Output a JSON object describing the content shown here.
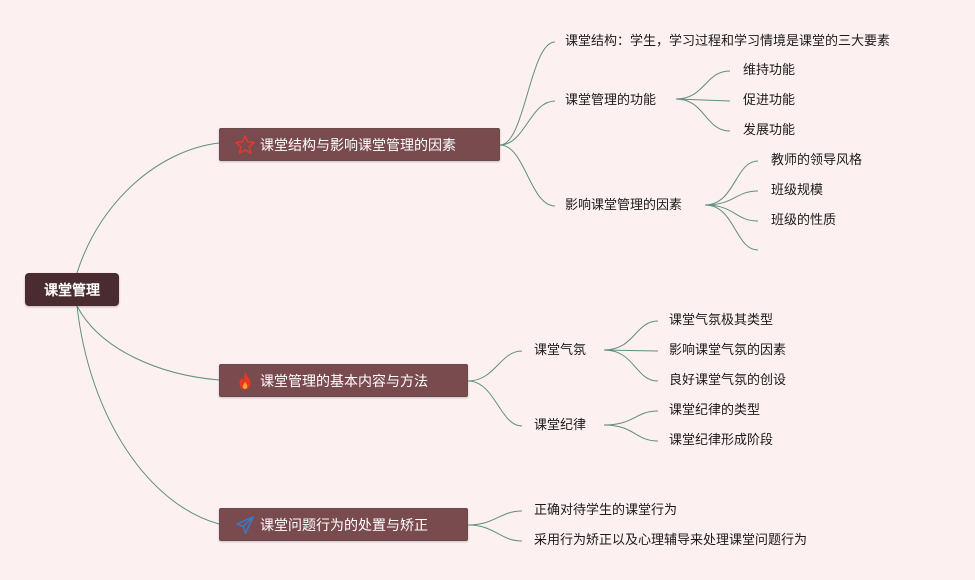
{
  "root": {
    "label": "课堂管理"
  },
  "branches": [
    {
      "label": "课堂结构与影响课堂管理的因素",
      "icon": "star-icon",
      "children": [
        {
          "label": "课堂结构：学生，学习过程和学习情境是课堂的三大要素"
        },
        {
          "label": "课堂管理的功能",
          "children": [
            "维持功能",
            "促进功能",
            "发展功能"
          ]
        },
        {
          "label": "影响课堂管理的因素",
          "children": [
            "教师的领导风格",
            "班级规模",
            "班级的性质"
          ]
        }
      ]
    },
    {
      "label": "课堂管理的基本内容与方法",
      "icon": "fire-icon",
      "children": [
        {
          "label": "课堂气氛",
          "children": [
            "课堂气氛极其类型",
            "影响课堂气氛的因素",
            "良好课堂气氛的创设"
          ]
        },
        {
          "label": "课堂纪律",
          "children": [
            "课堂纪律的类型",
            "课堂纪律形成阶段"
          ]
        }
      ]
    },
    {
      "label": "课堂问题行为的处置与矫正",
      "icon": "paper-plane-icon",
      "children": [
        {
          "label": "正确对待学生的课堂行为"
        },
        {
          "label": "采用行为矫正以及心理辅导来处理课堂问题行为"
        }
      ]
    }
  ],
  "colors": {
    "background": "#fdf0f0",
    "root_fill": "#4a2c30",
    "branch_fill": "#7a4b4e",
    "connector": "#5f8f7f",
    "star_icon": "#e03a30",
    "fire_icon": "#e8381f",
    "plane_icon": "#3a78c8"
  }
}
